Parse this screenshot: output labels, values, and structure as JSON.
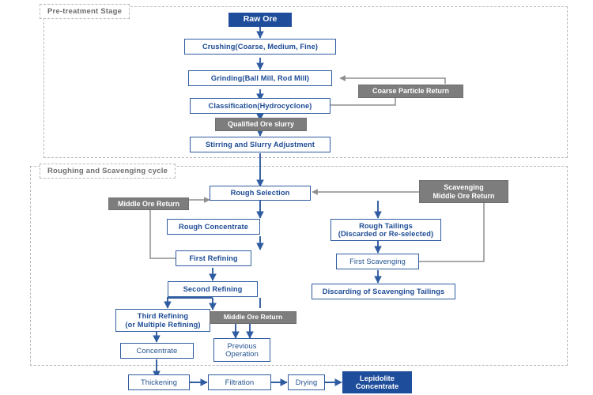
{
  "diagram": {
    "title": "Lepidolite ore beneficiation flowchart",
    "colors": {
      "box_border": "#2f5ca0",
      "box_text": "#1d4b95",
      "solid_fill": "#1e4d9b",
      "gray_fill": "#7d7d7d",
      "dashed_group": "#b9b9b9",
      "blue_arrow": "#2f5ca0",
      "gray_arrow": "#8d8d8d"
    },
    "groups": [
      {
        "id": "pre",
        "label": "Pre-treatment Stage"
      },
      {
        "id": "rough",
        "label": "Roughing and Scavenging cycle"
      }
    ],
    "nodes": {
      "raw_ore": "Raw Ore",
      "crushing": "Crushing(Coarse, Medium, Fine)",
      "grinding": "Grinding(Ball Mill, Rod Mill)",
      "classification": "Classification(Hydrocyclone)",
      "coarse_particle_return": "Coarse Particle Return",
      "qualified_ore_slurry": "Qualified Ore slurry",
      "stirring": "Stirring and Slurry Adjustment",
      "rough_selection": "Rough Selection",
      "middle_ore_return_left": "Middle Ore Return",
      "rough_concentrate": "Rough Concentrate",
      "first_refining": "First Refining",
      "second_refining": "Second Refining",
      "third_refining_l1": "Third Refining",
      "third_refining_l2": "(or Multiple Refining)",
      "concentrate": "Concentrate",
      "middle_ore_return_mid": "Middle Ore Return",
      "previous_operation_l1": "Previous",
      "previous_operation_l2": "Operation",
      "scavenging_return_l1": "Scavenging",
      "scavenging_return_l2": "Middle Ore Return",
      "rough_tailings_l1": "Rough Tailings",
      "rough_tailings_l2": "(Discarded or Re-selected)",
      "first_scavenging": "First Scavenging",
      "discarding_tailings": "Discarding of Scavenging Tailings",
      "thickening": "Thickening",
      "filtration": "Filtration",
      "drying": "Drying",
      "lepidolite_l1": "Lepidolite",
      "lepidolite_l2": "Concentrate"
    }
  }
}
